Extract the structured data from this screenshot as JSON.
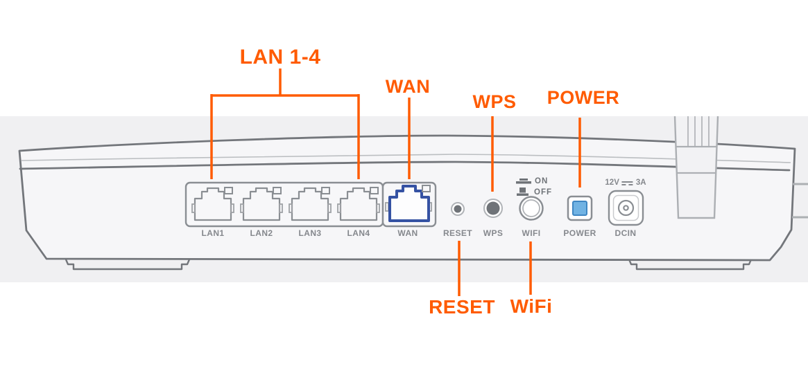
{
  "callouts": {
    "lan": {
      "label": "LAN 1-4"
    },
    "wan": {
      "label": "WAN"
    },
    "wps": {
      "label": "WPS"
    },
    "power": {
      "label": "POWER"
    },
    "reset": {
      "label": "RESET"
    },
    "wifi": {
      "label": "WiFi"
    }
  },
  "rear_panel": {
    "port_labels": [
      "LAN1",
      "LAN2",
      "LAN3",
      "LAN4",
      "WAN"
    ],
    "control_labels": [
      "RESET",
      "WPS",
      "WIFI",
      "POWER",
      "DCIN"
    ],
    "wifi_switch": {
      "on": "ON",
      "off": "OFF"
    },
    "power_rating": {
      "voltage": "12V",
      "current": "3A"
    }
  },
  "colors": {
    "accent": "#FF5B00",
    "wan_blue": "#3552A3",
    "power_blue": "#71B3E3",
    "line": "#73767B",
    "label_gray": "#85888D"
  }
}
